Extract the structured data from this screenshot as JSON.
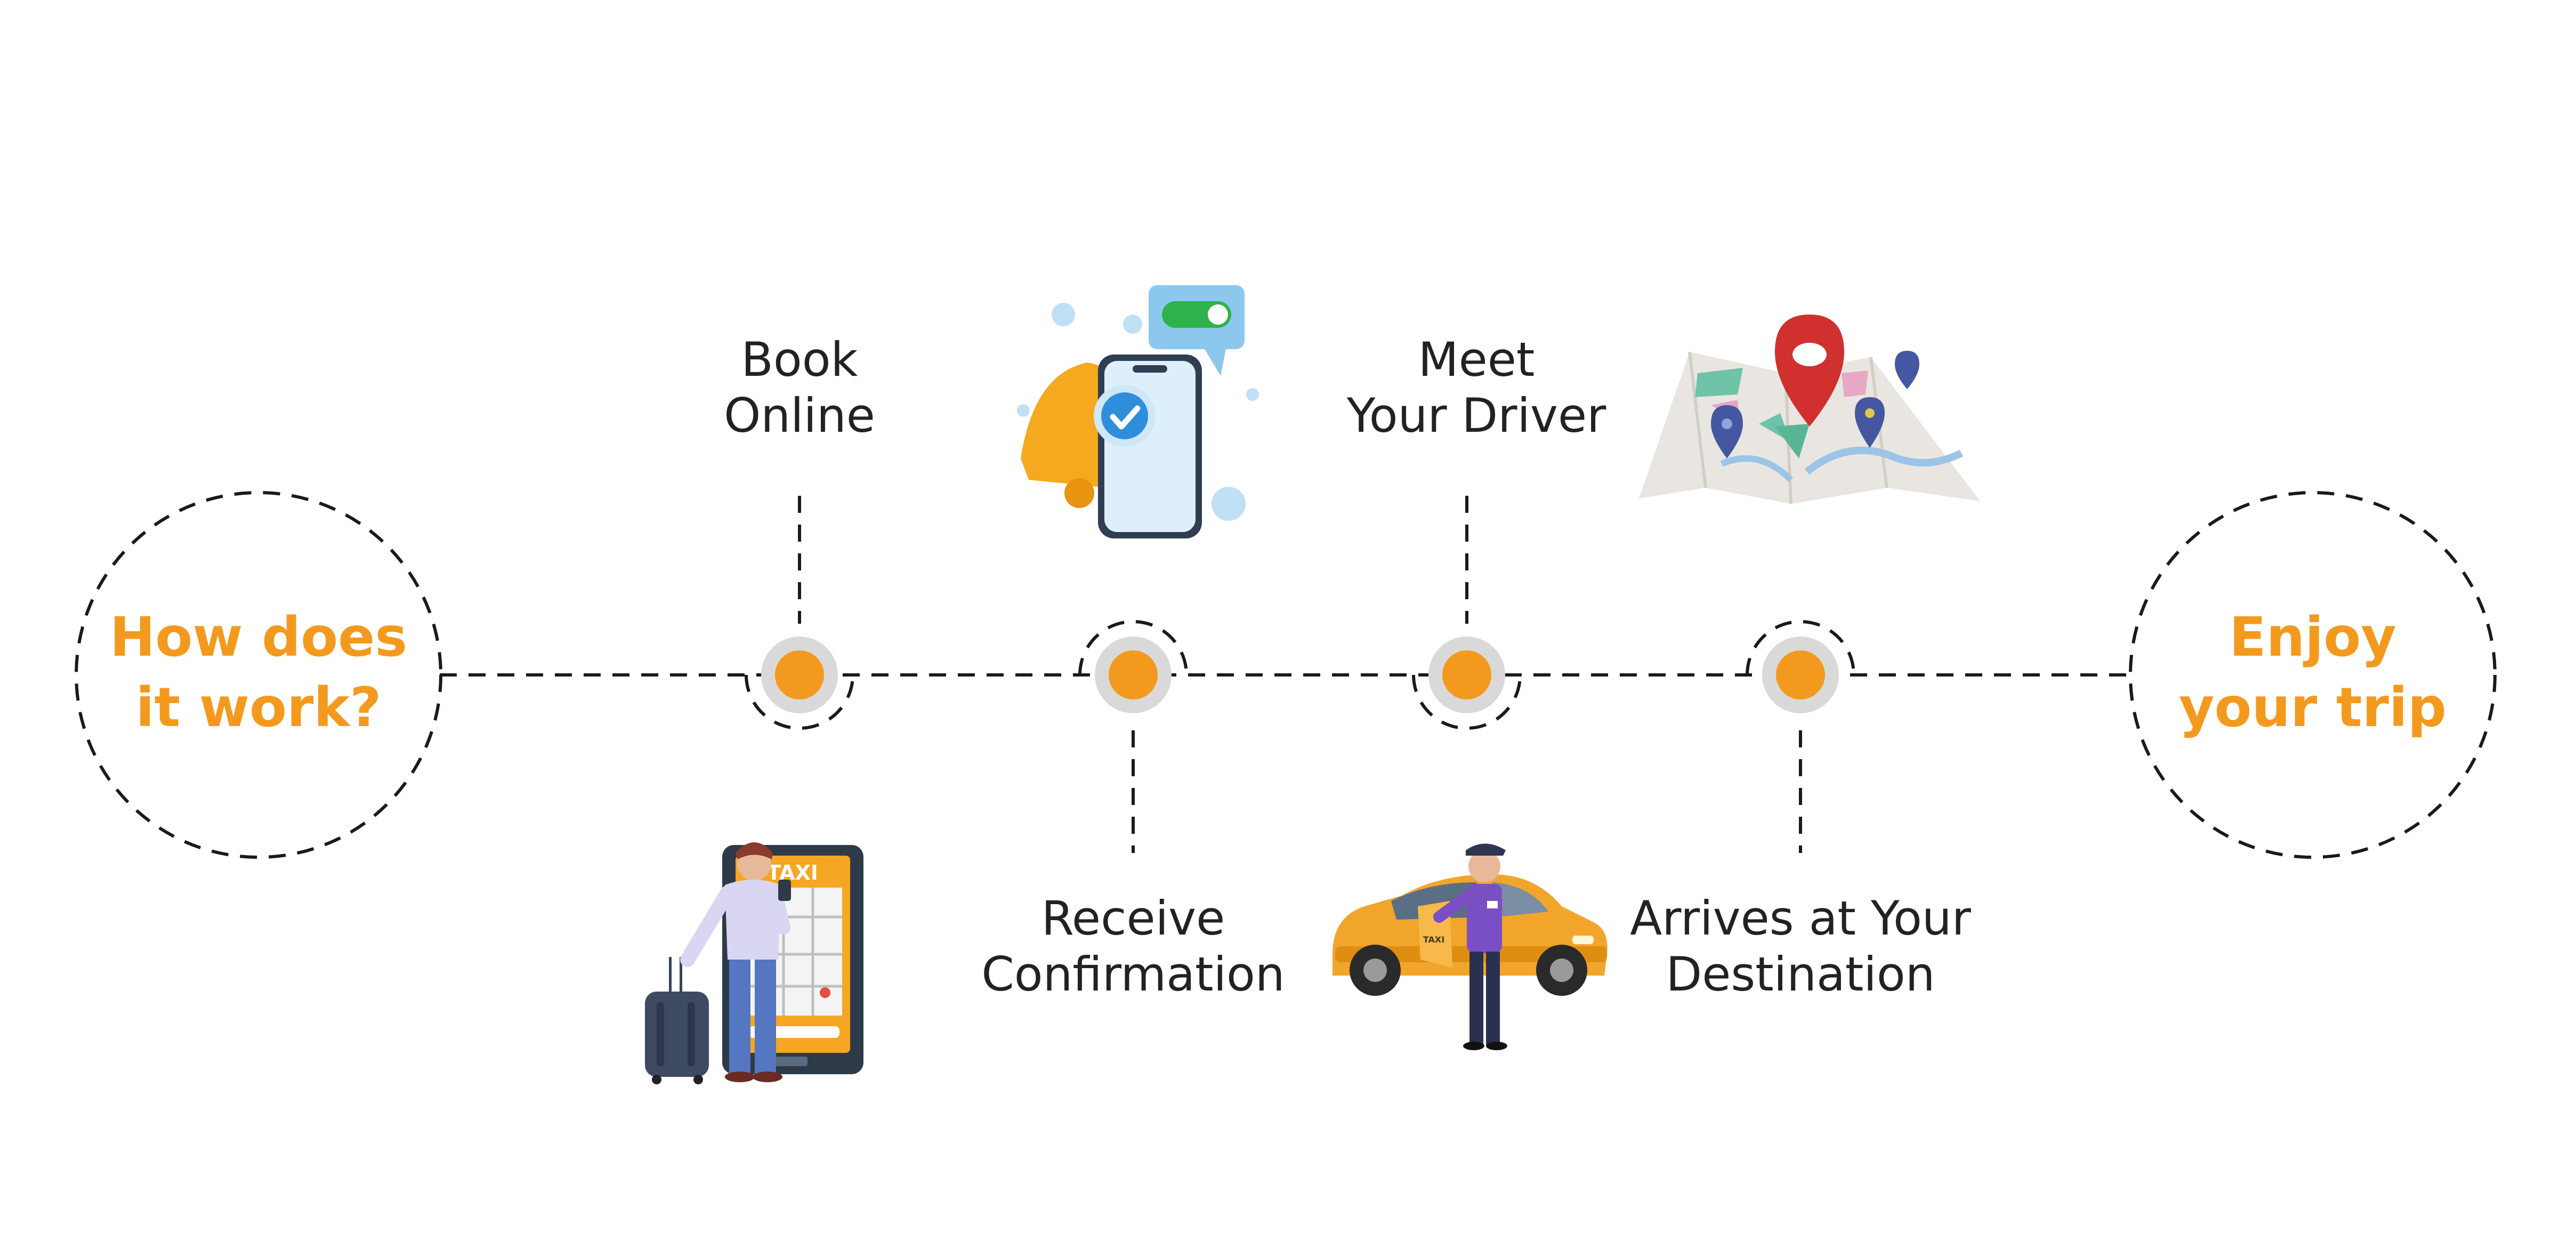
{
  "start": {
    "line1": "How does",
    "line2": "it work?"
  },
  "end": {
    "line1": "Enjoy",
    "line2": "your trip"
  },
  "steps": [
    {
      "line1": "Book",
      "line2": "Online"
    },
    {
      "line1": "Receive",
      "line2": "Confirmation"
    },
    {
      "line1": "Meet",
      "line2": "Your Driver"
    },
    {
      "line1": "Arrives at Your",
      "line2": "Destination"
    }
  ],
  "illustrations": {
    "book": {
      "icon": "person-with-taxi-app-icon",
      "screen_text": "TAXI"
    },
    "confirm": {
      "icon": "phone-notification-icon"
    },
    "driver": {
      "icon": "taxi-driver-car-icon",
      "car_text": "TAXI"
    },
    "map": {
      "icon": "map-pin-icon"
    }
  },
  "colors": {
    "accent": "#F39A1E",
    "node_ring": "#D9D9D9",
    "line": "#1A1A1A",
    "text": "#222222"
  }
}
